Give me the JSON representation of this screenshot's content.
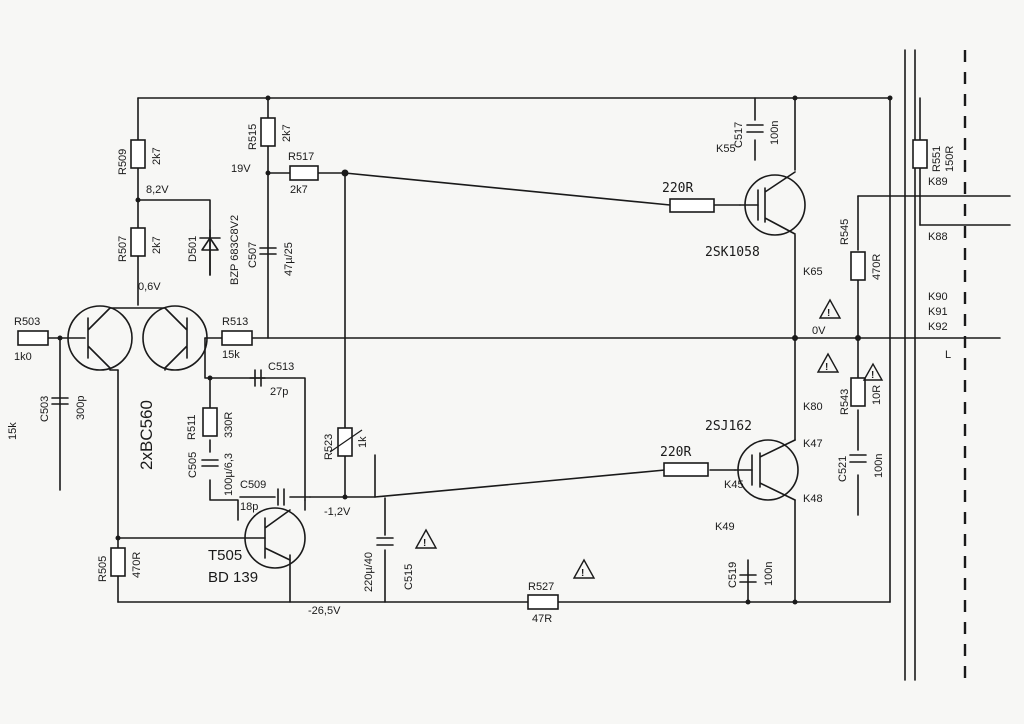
{
  "components": {
    "r509": {
      "ref": "R509",
      "value": "2k7"
    },
    "r507": {
      "ref": "R507",
      "value": "2k7"
    },
    "r503": {
      "ref": "R503",
      "value": "1k0"
    },
    "r505": {
      "ref": "R505",
      "value": "470R"
    },
    "r515": {
      "ref": "R515",
      "value": "2k7"
    },
    "r517": {
      "ref": "R517",
      "value": "2k7"
    },
    "r513": {
      "ref": "R513",
      "value": "15k"
    },
    "r511": {
      "ref": "R511",
      "value": "330R"
    },
    "r523": {
      "ref": "R523",
      "value": "1k"
    },
    "r527": {
      "ref": "R527",
      "value": "47R"
    },
    "r543": {
      "ref": "R543",
      "value": "10R"
    },
    "r545": {
      "ref": "R545",
      "value": "470R"
    },
    "r551": {
      "ref": "R551",
      "value": "150R"
    },
    "d501": {
      "ref": "D501",
      "value": "BZP 683C8V2"
    },
    "c503": {
      "ref": "C503",
      "value": "300p"
    },
    "c505": {
      "ref": "C505",
      "value": "100µ/6,3"
    },
    "c507": {
      "ref": "C507",
      "value": "47µ/25"
    },
    "c509": {
      "ref": "C509",
      "value": "18p"
    },
    "c513": {
      "ref": "C513",
      "value": "27p"
    },
    "c515": {
      "ref": "C515",
      "value": "220µ/40"
    },
    "c517": {
      "ref": "C517",
      "value": "100n"
    },
    "c519": {
      "ref": "C519",
      "value": "100n"
    },
    "c521": {
      "ref": "C521",
      "value": "100n"
    },
    "t505": {
      "ref": "T505",
      "value": "BD 139"
    },
    "pair": {
      "value": "2xBC560"
    },
    "q_upper": {
      "value": "2SK1058"
    },
    "q_lower": {
      "value": "2SJ162"
    },
    "gate_upper": {
      "value": "220R"
    },
    "gate_lower": {
      "value": "220R"
    }
  },
  "voltages": {
    "v19": "19V",
    "v82": "8,2V",
    "v06": "0,6V",
    "vm12": "-1,2V",
    "vm265": "-26,5V",
    "v0": "0V"
  },
  "connectors": {
    "k55": "K55",
    "k65": "K65",
    "k80": "K80",
    "k47": "K47",
    "k45": "K45",
    "k48": "K48",
    "k49": "K49",
    "k89": "K89",
    "k88": "K88",
    "k90": "K90",
    "k91": "K91",
    "k92": "K92",
    "l": "L"
  },
  "margin": {
    "left_label": "15k"
  }
}
